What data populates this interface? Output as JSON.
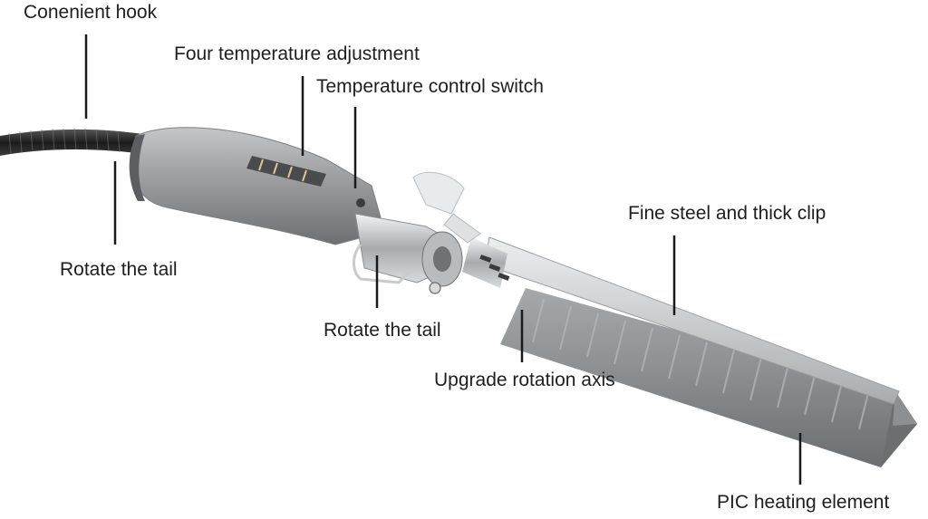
{
  "labels": {
    "hook": "Conenient hook",
    "temp_adjust": "Four temperature adjustment",
    "temp_switch": "Temperature control switch",
    "rotate_tail_left": "Rotate the tail",
    "rotate_tail_center": "Rotate the tail",
    "clip": "Fine steel and thick clip",
    "rotation_axis": "Upgrade rotation axis",
    "heating_element": "PIC heating element"
  },
  "colors": {
    "background": "#ffffff",
    "label_text": "#1e1e1e",
    "leader_line": "#1a1a1a",
    "cord": "#2a2a2a",
    "handle": "#9a9c9e",
    "barrel": "#8c8f92",
    "clip": "#c9cbcd"
  }
}
